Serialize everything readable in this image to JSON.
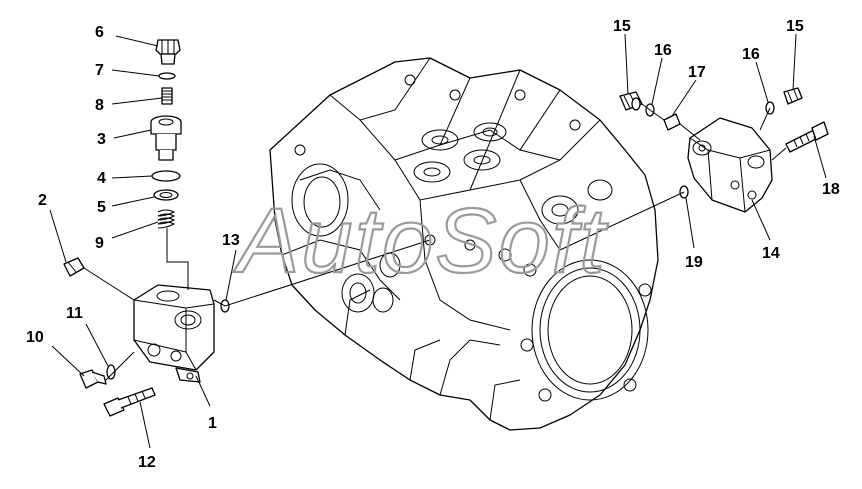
{
  "watermark": "AutoSoft",
  "callouts": [
    {
      "id": "c6",
      "label": "6"
    },
    {
      "id": "c7",
      "label": "7"
    },
    {
      "id": "c8",
      "label": "8"
    },
    {
      "id": "c3",
      "label": "3"
    },
    {
      "id": "c4",
      "label": "4"
    },
    {
      "id": "c5",
      "label": "5"
    },
    {
      "id": "c9",
      "label": "9"
    },
    {
      "id": "c2",
      "label": "2"
    },
    {
      "id": "c11",
      "label": "11"
    },
    {
      "id": "c10",
      "label": "10"
    },
    {
      "id": "c1",
      "label": "1"
    },
    {
      "id": "c12",
      "label": "12"
    },
    {
      "id": "c13",
      "label": "13"
    },
    {
      "id": "c15a",
      "label": "15"
    },
    {
      "id": "c16a",
      "label": "16"
    },
    {
      "id": "c17",
      "label": "17"
    },
    {
      "id": "c16b",
      "label": "16"
    },
    {
      "id": "c15b",
      "label": "15"
    },
    {
      "id": "c18",
      "label": "18"
    },
    {
      "id": "c19",
      "label": "19"
    },
    {
      "id": "c14",
      "label": "14"
    }
  ]
}
